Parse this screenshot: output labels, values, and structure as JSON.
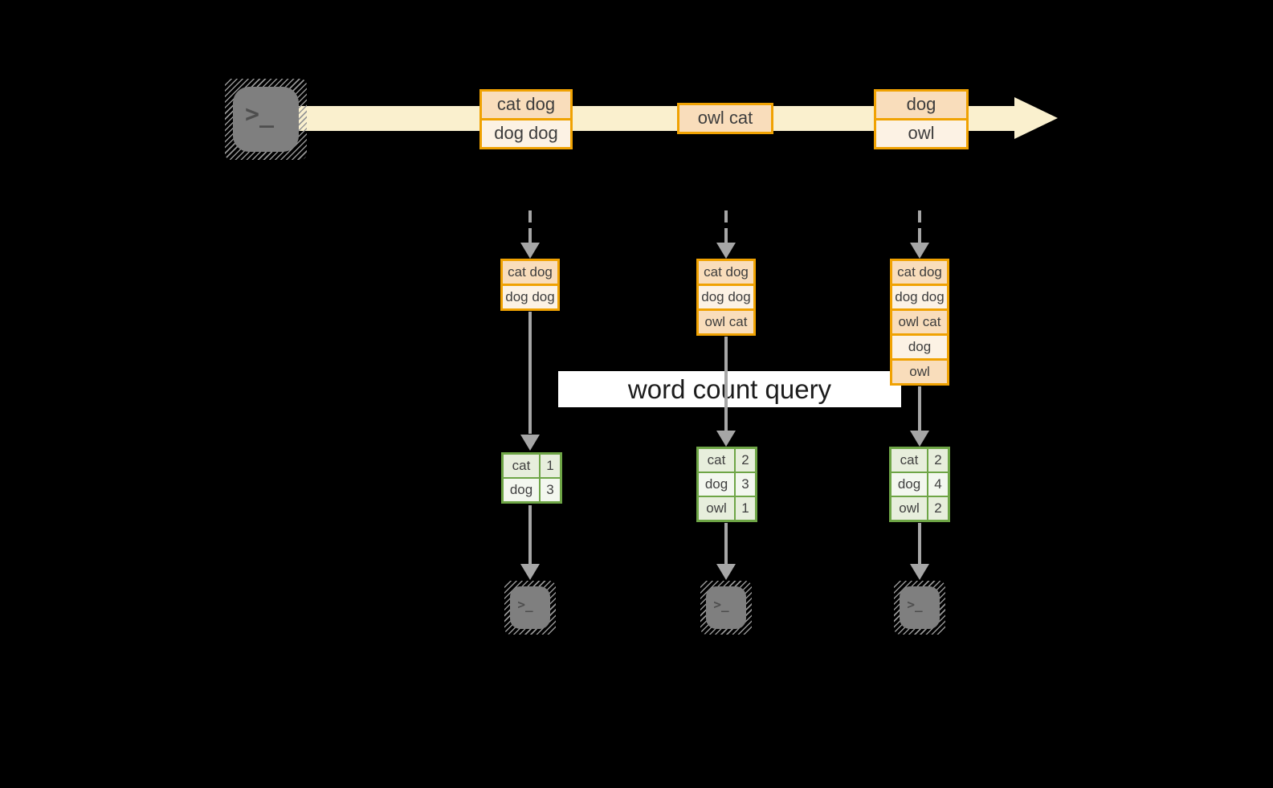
{
  "query_label": "word count query",
  "terminal_glyph": ">_",
  "stream": {
    "messages": [
      {
        "lines": [
          "cat dog",
          "dog dog"
        ]
      },
      {
        "lines": [
          "owl cat"
        ]
      },
      {
        "lines": [
          "dog",
          "owl"
        ]
      }
    ]
  },
  "columns": [
    {
      "state": [
        "cat dog",
        "dog dog"
      ],
      "counts": [
        {
          "word": "cat",
          "count": "1"
        },
        {
          "word": "dog",
          "count": "3"
        }
      ]
    },
    {
      "state": [
        "cat dog",
        "dog dog",
        "owl cat"
      ],
      "counts": [
        {
          "word": "cat",
          "count": "2"
        },
        {
          "word": "dog",
          "count": "3"
        },
        {
          "word": "owl",
          "count": "1"
        }
      ]
    },
    {
      "state": [
        "cat dog",
        "dog dog",
        "owl cat",
        "dog",
        "owl"
      ],
      "counts": [
        {
          "word": "cat",
          "count": "2"
        },
        {
          "word": "dog",
          "count": "4"
        },
        {
          "word": "owl",
          "count": "2"
        }
      ]
    }
  ],
  "icons": {
    "source": "terminal-prompt-icon",
    "consumers": [
      "terminal-prompt-icon",
      "terminal-prompt-icon",
      "terminal-prompt-icon"
    ]
  },
  "colors": {
    "background": "#000000",
    "stream": "#FAF0CE",
    "box_border": "#F0A202",
    "box_fill_dark": "#F9DDBB",
    "box_fill_light": "#FCF2E4",
    "table_border": "#6EA546",
    "table_fill_dark": "#E7EEDC",
    "table_fill_light": "#F3F7EF",
    "arrow": "#A6A6A6",
    "terminal": "#7F7F7F",
    "label_background": "#FFFFFF"
  }
}
